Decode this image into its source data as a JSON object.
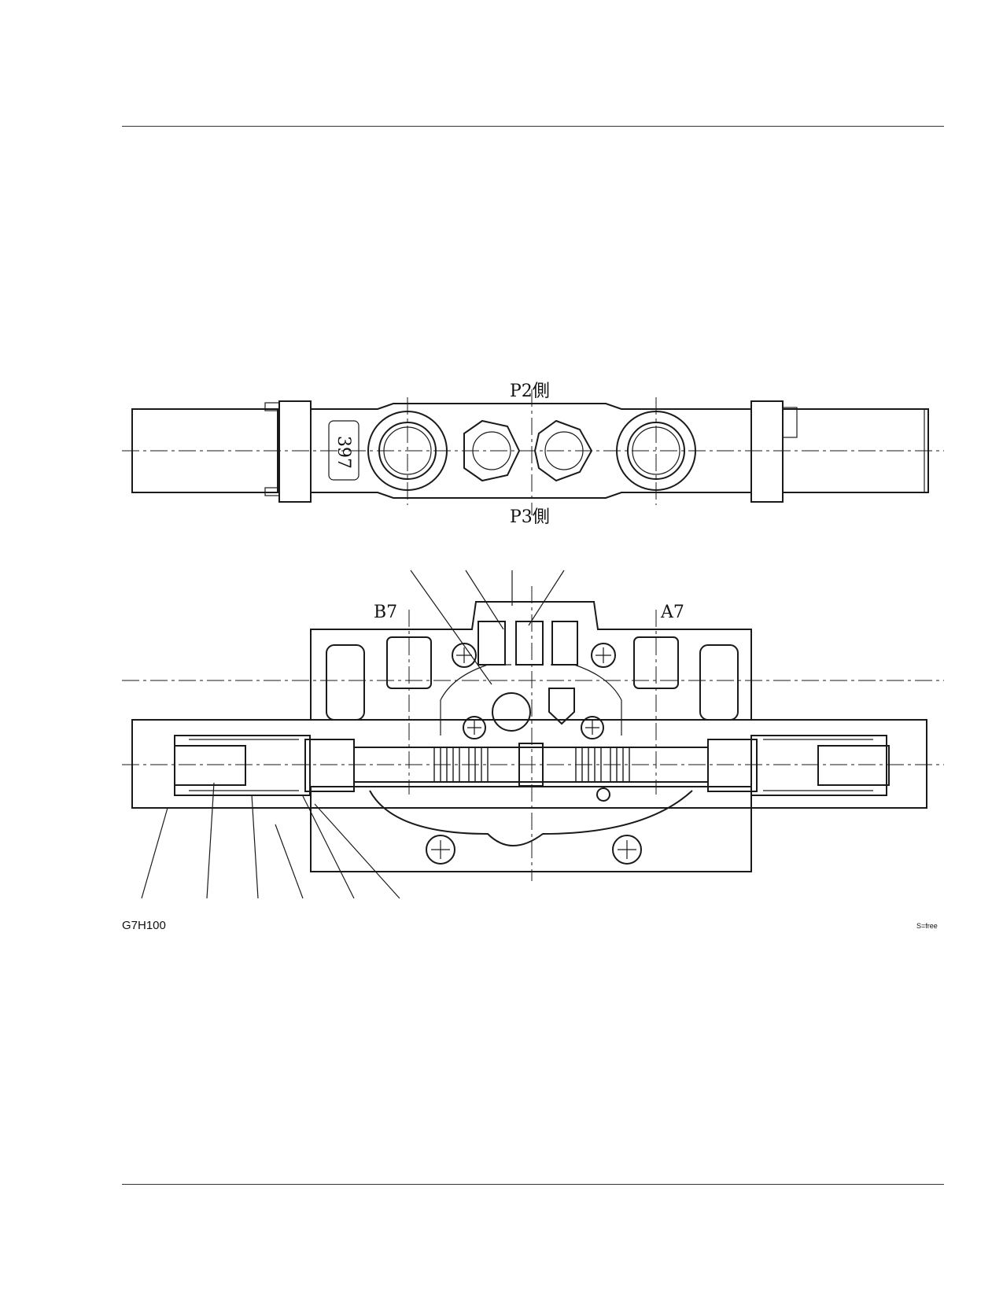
{
  "document": {
    "figure_id": "G7H100",
    "scale_note": "S=free"
  },
  "top_view": {
    "top_label": "P2側",
    "bottom_label": "P3側",
    "casting_mark": "397"
  },
  "section_view": {
    "left_port_label": "B7",
    "right_port_label": "A7"
  }
}
